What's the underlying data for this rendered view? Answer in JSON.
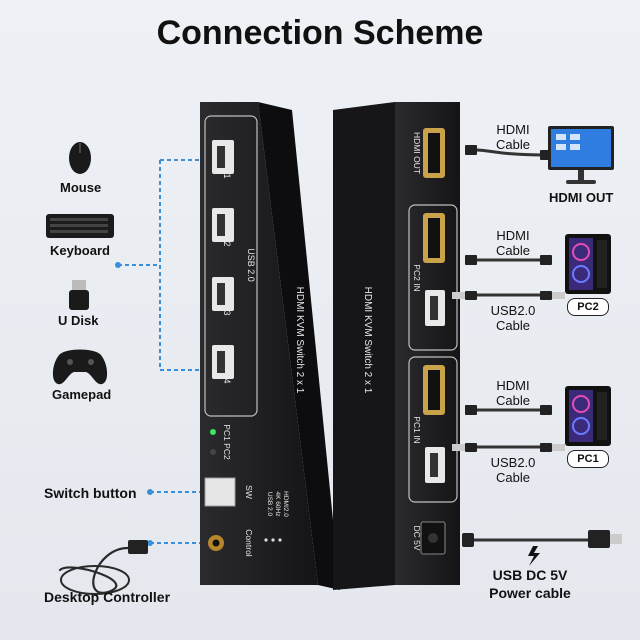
{
  "title": "Connection Scheme",
  "left_devices": {
    "mouse": "Mouse",
    "keyboard": "Keyboard",
    "udisk": "U Disk",
    "gamepad": "Gamepad",
    "switch_button": "Switch button",
    "desktop_controller": "Desktop Controller"
  },
  "left_box": {
    "usb_label": "USB 2.0",
    "ports": [
      "1",
      "2",
      "3",
      "4"
    ],
    "model": "HDMI KVM Switch 2 x 1",
    "pc_leds": "PC1 PC2",
    "sw": "SW",
    "control": "Control",
    "spec_lines": [
      "USB 2.0",
      "4K 60Hz",
      "HDMI2.0"
    ]
  },
  "right_box": {
    "model": "HDMI KVM Switch 2 x 1",
    "hdmi_out": "HDMI OUT",
    "pc2_in": "PC2 IN",
    "pc1_in": "PC1 IN",
    "dc": "DC 5V"
  },
  "right_devices": {
    "hdmi_cable_1": [
      "HDMI",
      "Cable"
    ],
    "monitor": "HDMI OUT",
    "hdmi_cable_2": [
      "HDMI",
      "Cable"
    ],
    "usb_cable_2": [
      "USB2.0",
      "Cable"
    ],
    "pc2": "PC2",
    "hdmi_cable_3": [
      "HDMI",
      "Cable"
    ],
    "usb_cable_3": [
      "USB2.0",
      "Cable"
    ],
    "pc1": "PC1",
    "power": [
      "USB DC 5V",
      "Power cable"
    ]
  },
  "colors": {
    "dashed_line": "#3a8fd8",
    "box": "#1c1c1e",
    "text": "#111111"
  }
}
